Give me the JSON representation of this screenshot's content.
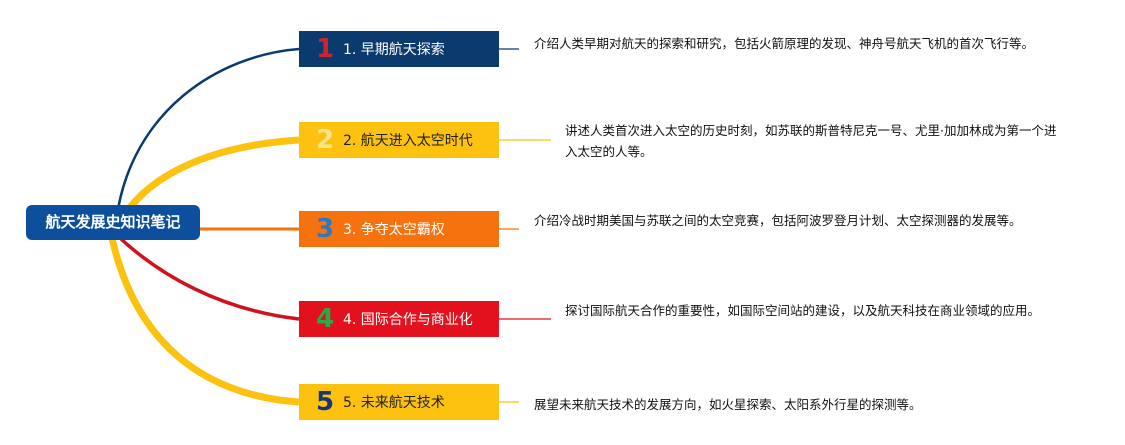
{
  "root": {
    "title": "航天发展史知识笔记",
    "color": "#0d4f9c"
  },
  "topics": [
    {
      "number": "1",
      "label": "1. 早期航天探索",
      "box_color": "#0b3a6e",
      "number_color": "#d2232a",
      "text_color": "#ffffff",
      "branch_color": "#0b3a6e",
      "description": "介绍人类早期对航天的探索和研究，包括火箭原理的发现、神舟号航天飞机的首次飞行等。"
    },
    {
      "number": "2",
      "label": "2. 航天进入太空时代",
      "box_color": "#fdc20f",
      "number_color": "#fde38a",
      "text_color": "#222222",
      "branch_color": "#fdc20f",
      "description": "讲述人类首次进入太空的历史时刻，如苏联的斯普特尼克一号、尤里·加加林成为第一个进入太空的人等。"
    },
    {
      "number": "3",
      "label": "3. 争夺太空霸权",
      "box_color": "#f6720f",
      "number_color": "#2b78c4",
      "text_color": "#ffffff",
      "branch_color": "#f6720f",
      "description": "介绍冷战时期美国与苏联之间的太空竞赛，包括阿波罗登月计划、太空探测器的发展等。"
    },
    {
      "number": "4",
      "label": "4. 国际合作与商业化",
      "box_color": "#e3111d",
      "number_color": "#2aa84a",
      "text_color": "#ffffff",
      "branch_color": "#d0121f",
      "description": "探讨国际航天合作的重要性，如国际空间站的建设，以及航天科技在商业领域的应用。"
    },
    {
      "number": "5",
      "label": "5. 未来航天技术",
      "box_color": "#fdc20f",
      "number_color": "#17357a",
      "text_color": "#222222",
      "branch_color": "#fdc20f",
      "description": "展望未来航天技术的发展方向，如火星探索、太阳系外行星的探测等。"
    }
  ]
}
